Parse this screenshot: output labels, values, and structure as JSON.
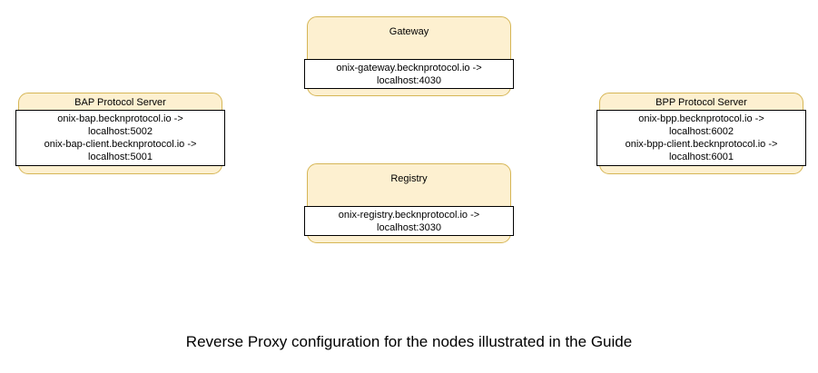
{
  "diagram": {
    "caption": "Reverse Proxy configuration for the nodes illustrated in the Guide",
    "colors": {
      "node_fill": "#fdf0d0",
      "node_border": "#d6b656",
      "panel_fill": "#ffffff",
      "panel_border": "#000000",
      "text": "#000000",
      "background": "#ffffff"
    },
    "nodes": [
      {
        "id": "gateway",
        "title": "Gateway",
        "lines": [
          "onix-gateway.becknprotocol.io ->",
          "localhost:4030"
        ]
      },
      {
        "id": "bap-protocol-server",
        "title": "BAP Protocol Server",
        "lines": [
          "onix-bap.becknprotocol.io ->",
          "localhost:5002",
          "onix-bap-client.becknprotocol.io ->",
          "localhost:5001"
        ]
      },
      {
        "id": "bpp-protocol-server",
        "title": "BPP Protocol Server",
        "lines": [
          "onix-bpp.becknprotocol.io ->",
          "localhost:6002",
          "onix-bpp-client.becknprotocol.io ->",
          "localhost:6001"
        ]
      },
      {
        "id": "registry",
        "title": "Registry",
        "lines": [
          "onix-registry.becknprotocol.io ->",
          "localhost:3030"
        ]
      }
    ]
  }
}
